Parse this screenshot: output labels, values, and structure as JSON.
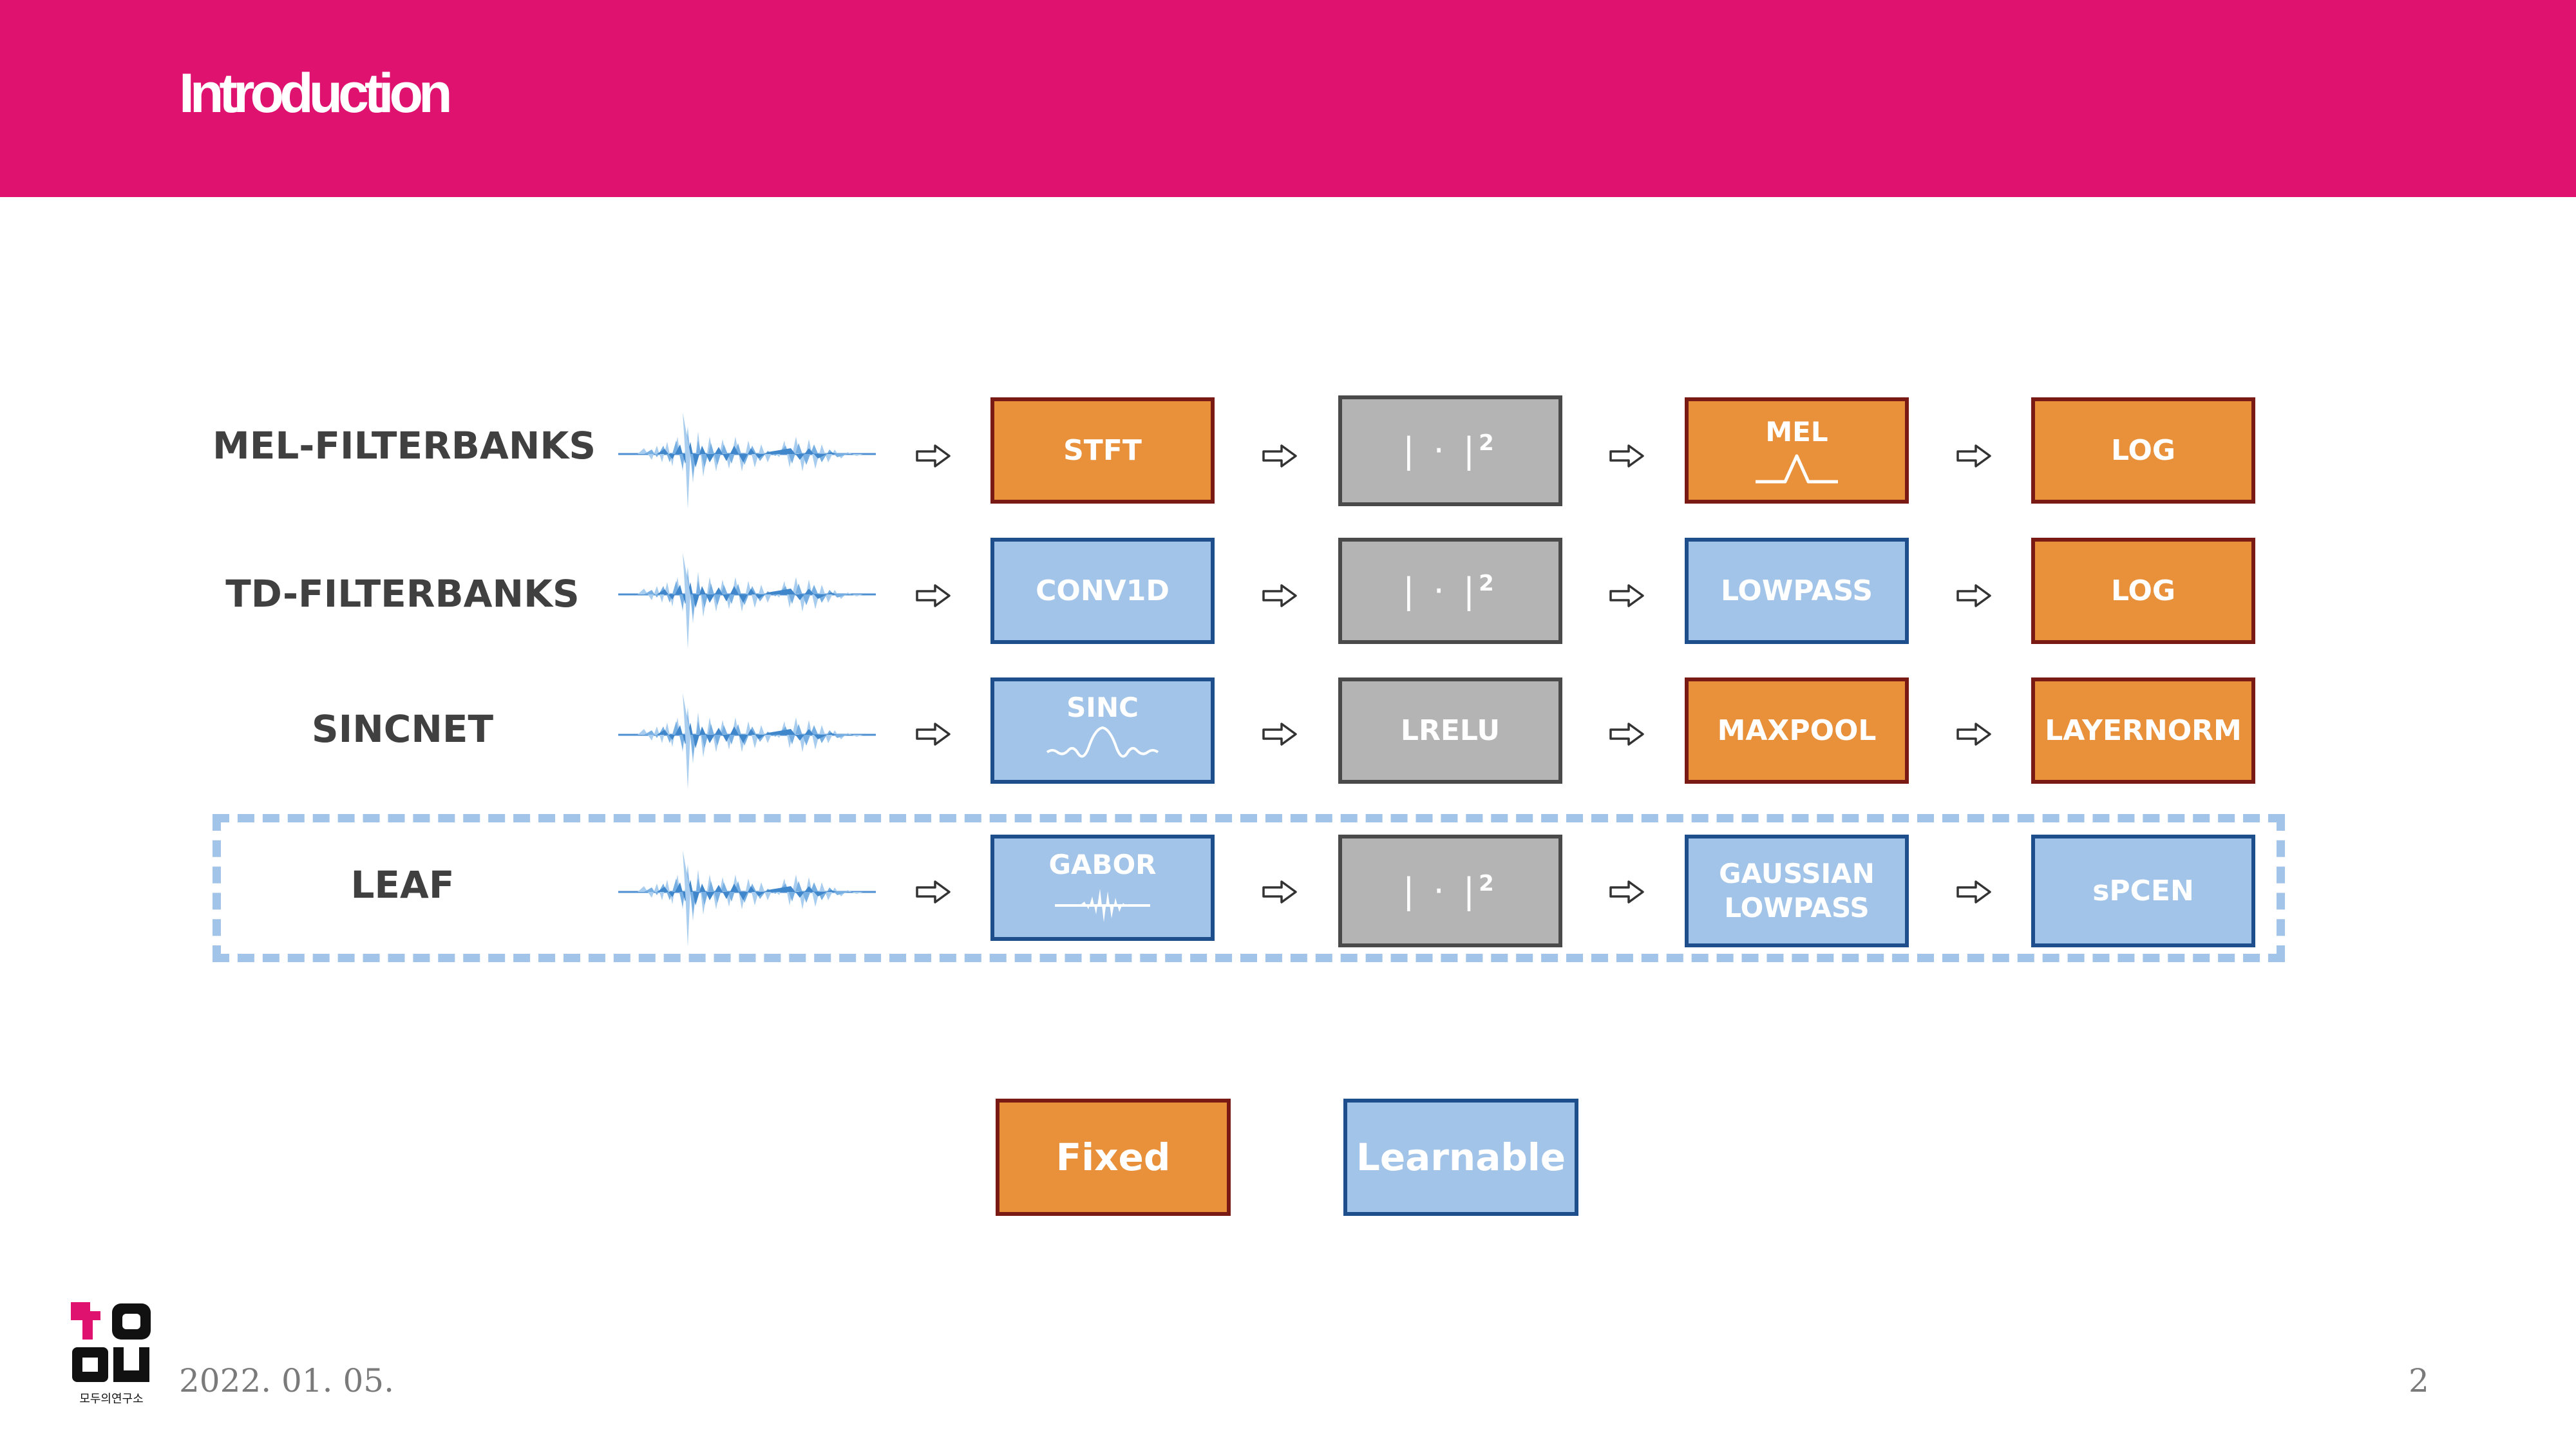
{
  "slide": {
    "title": "Introduction",
    "date": "2022. 01. 05.",
    "page_number": "2",
    "logo_text": "모두의연구소"
  },
  "colors": {
    "header": "#DF1270",
    "fixed_fill": "#E8913A",
    "fixed_border": "#7A1A14",
    "learnable_fill": "#A2C4E8",
    "learnable_border": "#1F4E8C",
    "op_fill": "#B4B4B4",
    "op_border": "#4A4A4A"
  },
  "rows": [
    {
      "label": "MEL-FILTERBANKS",
      "steps": [
        {
          "text": "STFT",
          "kind": "fixed"
        },
        {
          "text": "| · |",
          "sup": "2",
          "kind": "operation"
        },
        {
          "text": "MEL",
          "kind": "fixed",
          "icon": "triangle-filter-icon"
        },
        {
          "text": "LOG",
          "kind": "fixed"
        }
      ]
    },
    {
      "label": "TD-FILTERBANKS",
      "steps": [
        {
          "text": "CONV1D",
          "kind": "learnable"
        },
        {
          "text": "| · |",
          "sup": "2",
          "kind": "operation"
        },
        {
          "text": "LOWPASS",
          "kind": "learnable"
        },
        {
          "text": "LOG",
          "kind": "fixed"
        }
      ]
    },
    {
      "label": "SINCNET",
      "steps": [
        {
          "text": "SINC",
          "kind": "learnable",
          "icon": "sinc-wave-icon"
        },
        {
          "text": "LRELU",
          "kind": "operation"
        },
        {
          "text": "MAXPOOL",
          "kind": "fixed"
        },
        {
          "text": "LAYERNORM",
          "kind": "fixed"
        }
      ]
    },
    {
      "label": "LEAF",
      "steps": [
        {
          "text": "GABOR",
          "kind": "learnable",
          "icon": "gabor-wavelet-icon"
        },
        {
          "text": "| · |",
          "sup": "2",
          "kind": "operation"
        },
        {
          "text": "GAUSSIAN",
          "text2": "LOWPASS",
          "kind": "learnable"
        },
        {
          "text": "sPCEN",
          "kind": "learnable"
        }
      ]
    }
  ],
  "legend": {
    "fixed": "Fixed",
    "learnable": "Learnable"
  }
}
